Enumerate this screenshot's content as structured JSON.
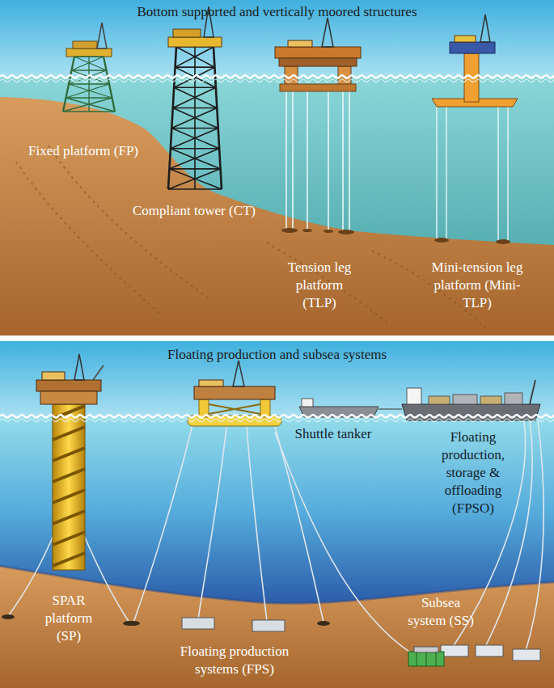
{
  "diagram": {
    "nodes": [
      {
        "text": [
          "Bottom supported and vertically moored structures"
        ]
      },
      {
        "text": [
          "Floating production and subsea systems"
        ]
      }
    ],
    "labels": [
      "Fixed platform (FP)",
      "Compliant tower (CT)",
      "Tension leg platform (TLP)",
      "Mini-tension leg platform (Mini-TLP)",
      "Shuttle tanker",
      "Floating production, storage & offloading (FPSO)",
      "SPAR platform (SP)",
      "Floating production systems (FPS)",
      "Subsea system (SS)"
    ]
  }
}
